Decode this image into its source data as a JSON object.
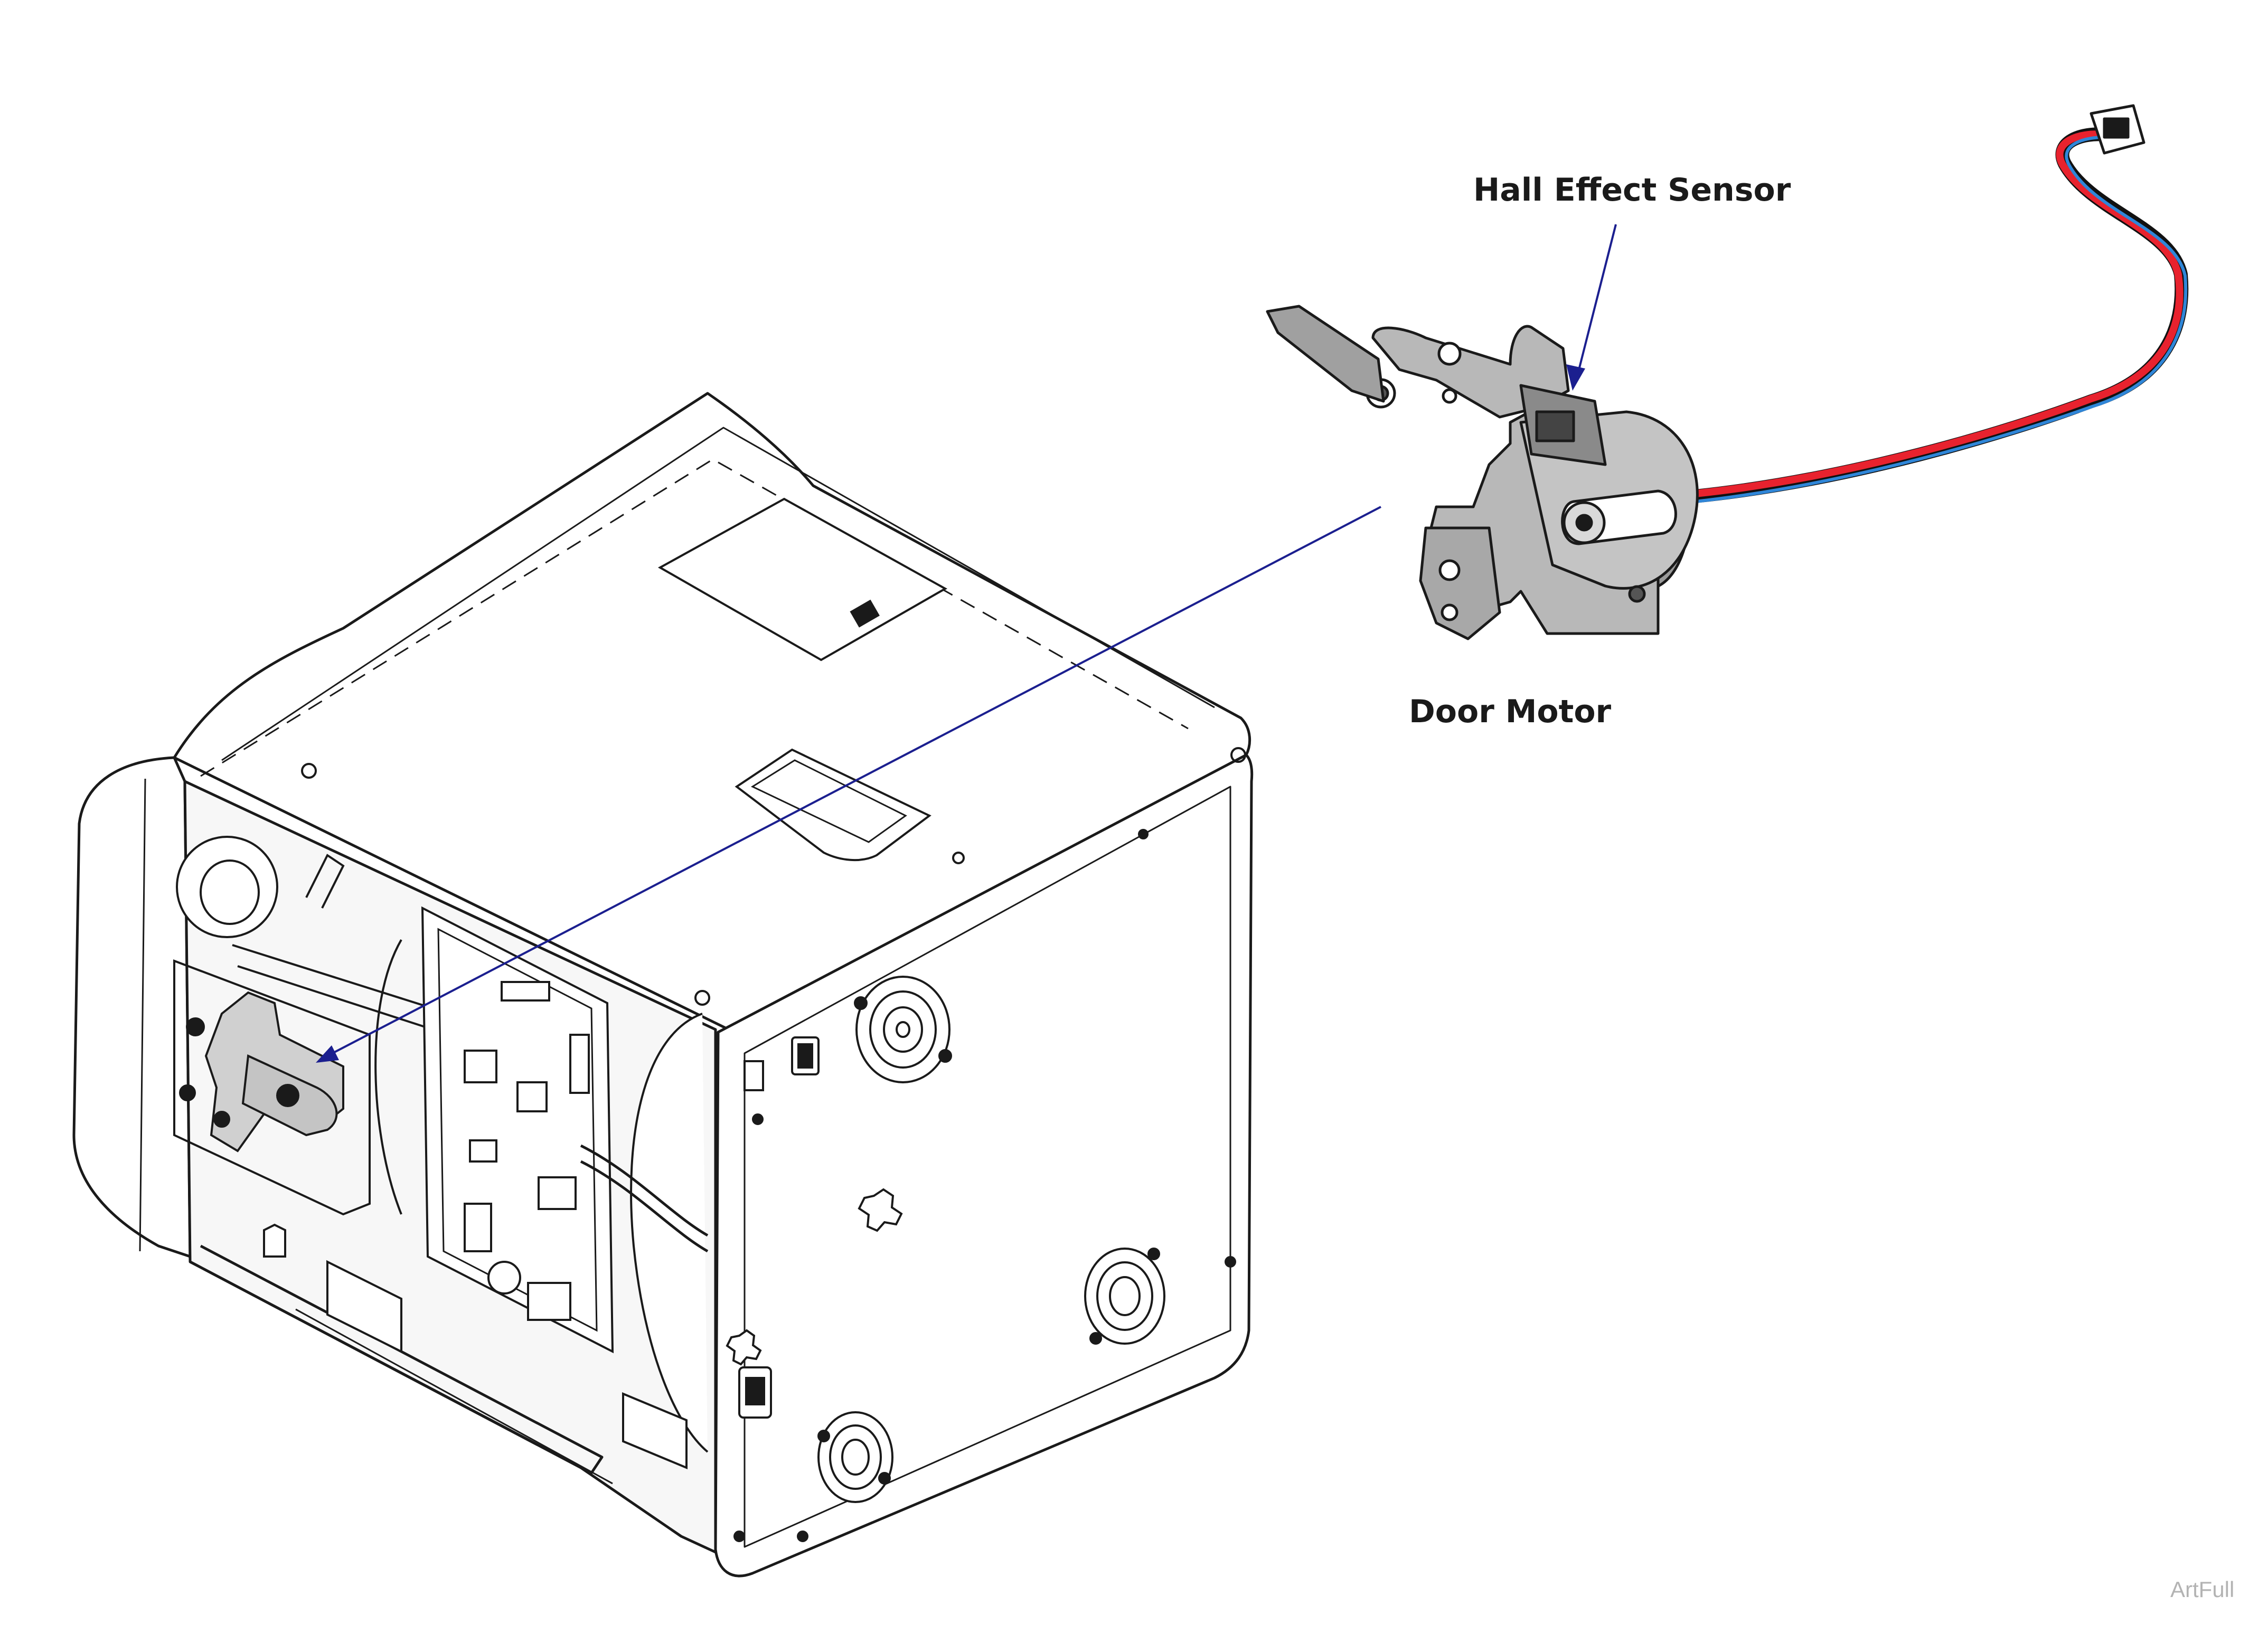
{
  "labels": {
    "hall_effect_sensor": "Hall Effect Sensor",
    "door_motor": "Door Motor",
    "art_tag": "ArtFull"
  },
  "colors": {
    "line": "#1a1a1a",
    "leader": "#1b1f8f",
    "wire_red": "#e8222e",
    "wire_blue": "#2f86d8",
    "wire_black": "#111111",
    "metal": "#b8b8b8",
    "metal_dark": "#8e8e8e"
  }
}
